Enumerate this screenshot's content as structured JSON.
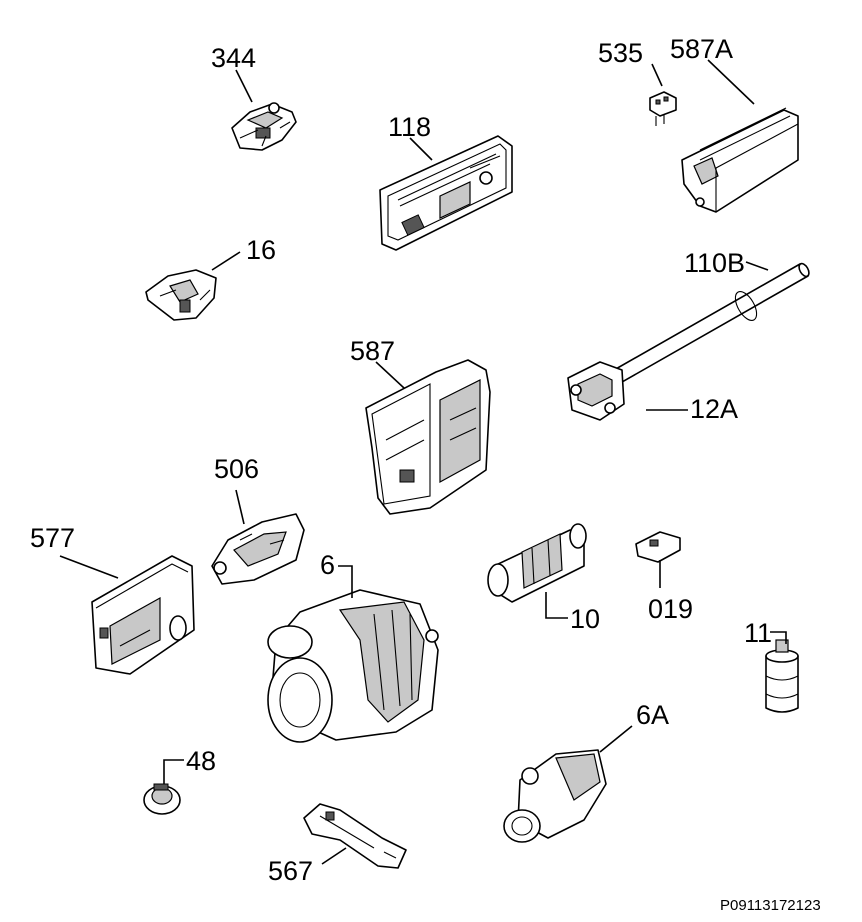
{
  "labels": {
    "p344": "344",
    "p118": "118",
    "p535": "535",
    "p587A": "587A",
    "p16": "16",
    "p110B": "110B",
    "p587": "587",
    "p12A": "12A",
    "p506": "506",
    "p577": "577",
    "p6": "6",
    "p10": "10",
    "p019": "019",
    "p11": "11",
    "p6A": "6A",
    "p48": "48",
    "p567": "567"
  },
  "drawing_code": "P09113172123"
}
